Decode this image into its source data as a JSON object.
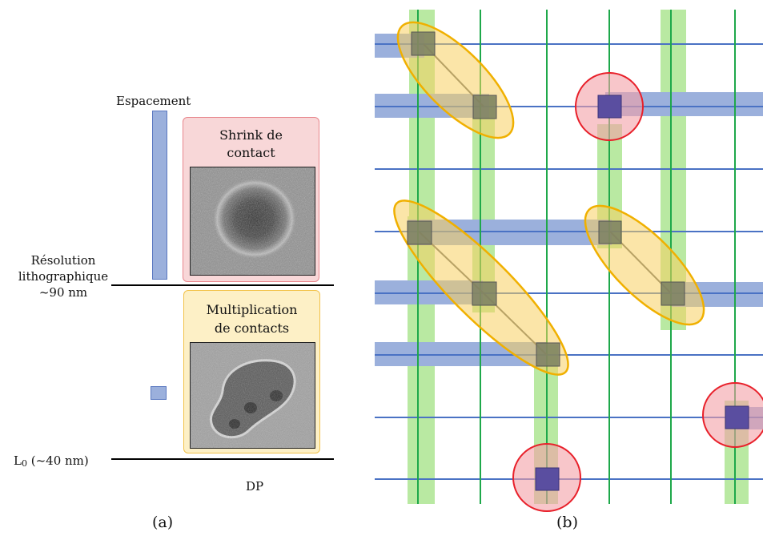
{
  "panel_a": {
    "espacement": "Espacement",
    "resolution": [
      "Résolution",
      "lithographique",
      "~90 nm"
    ],
    "l0": {
      "L": "L",
      "sub": "0",
      "rest": " (~40 nm)"
    },
    "dp": "DP",
    "shrink_title": [
      "Shrink de",
      "contact"
    ],
    "multiplication_title": [
      "Multiplication",
      "de contacts"
    ],
    "colors": {
      "bar": "#9bb0dc",
      "shrink_fill": "#f8d7d8",
      "shrink_border": "#e8868c",
      "multi_fill": "#fdf0c6",
      "multi_border": "#f2c24a"
    }
  },
  "panel_b": {
    "colors": {
      "h_line": "#4a72c4",
      "h_bar": "#9bb0dc",
      "v_line": "#1ea84a",
      "v_bar": "#b9e9a2",
      "ellipse_fill": "#f8d060",
      "ellipse_stroke": "#f0b000",
      "circle_fill": "#f4a0a6",
      "circle_stroke": "#e8202a",
      "square_gray": "#7a7f62",
      "square_blue": "#5a4ea0"
    }
  },
  "captions": {
    "a": "(a)",
    "b": "(b)"
  }
}
